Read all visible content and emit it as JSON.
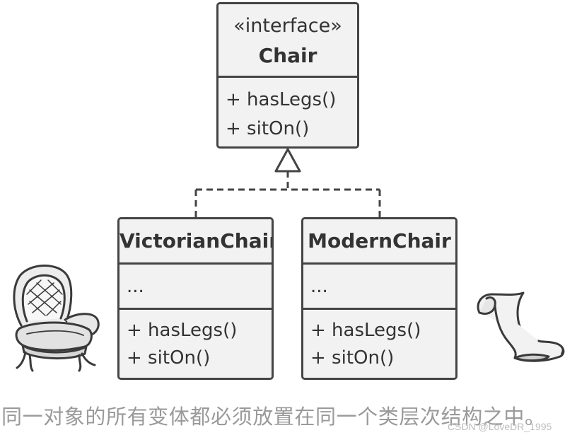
{
  "diagram": {
    "interface": {
      "stereotype": "«interface»",
      "name": "Chair",
      "methods": [
        "+ hasLegs()",
        "+ sitOn()"
      ]
    },
    "classes": [
      {
        "name": "VictorianChair",
        "fields": "...",
        "methods": [
          "+ hasLegs()",
          "+ sitOn()"
        ]
      },
      {
        "name": "ModernChair",
        "fields": "...",
        "methods": [
          "+ hasLegs()",
          "+ sitOn()"
        ]
      }
    ],
    "relationship": "realization",
    "caption": "同一对象的所有变体都必须放置在同一个类层次结构之中。"
  },
  "watermark": "CSDN @LoveDR_1995",
  "colors": {
    "box_fill": "#f2f2f2",
    "stroke": "#444444",
    "text": "#333333",
    "caption": "#9a9a9a",
    "watermark": "#bdbdbd"
  },
  "illustrations": [
    "victorian-armchair",
    "modern-chair"
  ]
}
